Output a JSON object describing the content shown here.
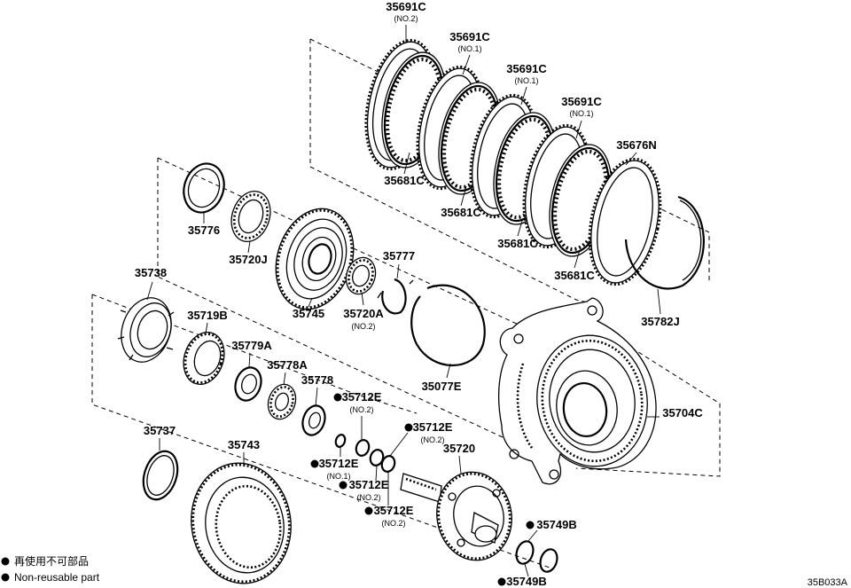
{
  "parts": [
    {
      "id": "p35691C_no2",
      "number": "35691C",
      "sub": "(NO.2)"
    },
    {
      "id": "p35691C_a",
      "number": "35691C",
      "sub": "(NO.1)"
    },
    {
      "id": "p35691C_b",
      "number": "35691C",
      "sub": "(NO.1)"
    },
    {
      "id": "p35691C_c",
      "number": "35691C",
      "sub": "(NO.1)"
    },
    {
      "id": "p35676N",
      "number": "35676N",
      "sub": ""
    },
    {
      "id": "p35681C_a",
      "number": "35681C",
      "sub": ""
    },
    {
      "id": "p35681C_b",
      "number": "35681C",
      "sub": ""
    },
    {
      "id": "p35681C_c",
      "number": "35681C",
      "sub": ""
    },
    {
      "id": "p35681C_d",
      "number": "35681C",
      "sub": ""
    },
    {
      "id": "p35782J",
      "number": "35782J",
      "sub": ""
    },
    {
      "id": "p35776",
      "number": "35776",
      "sub": ""
    },
    {
      "id": "p35720J",
      "number": "35720J",
      "sub": ""
    },
    {
      "id": "p35745",
      "number": "35745",
      "sub": ""
    },
    {
      "id": "p35720A",
      "number": "35720A",
      "sub": "(NO.2)"
    },
    {
      "id": "p35777",
      "number": "35777",
      "sub": ""
    },
    {
      "id": "p35738",
      "number": "35738",
      "sub": ""
    },
    {
      "id": "p35719B",
      "number": "35719B",
      "sub": ""
    },
    {
      "id": "p35779A",
      "number": "35779A",
      "sub": ""
    },
    {
      "id": "p35778A",
      "number": "35778A",
      "sub": ""
    },
    {
      "id": "p35778",
      "number": "35778",
      "sub": ""
    },
    {
      "id": "p35077E",
      "number": "35077E",
      "sub": ""
    },
    {
      "id": "p35704C",
      "number": "35704C",
      "sub": ""
    },
    {
      "id": "p35712E_a",
      "number": "35712E",
      "sub": "(NO.2)"
    },
    {
      "id": "p35712E_b",
      "number": "35712E",
      "sub": "(NO.2)"
    },
    {
      "id": "p35712E_c",
      "number": "35712E",
      "sub": "(NO.1)"
    },
    {
      "id": "p35712E_d",
      "number": "35712E",
      "sub": "(NO.2)"
    },
    {
      "id": "p35712E_e",
      "number": "35712E",
      "sub": "(NO.2)"
    },
    {
      "id": "p35720",
      "number": "35720",
      "sub": ""
    },
    {
      "id": "p35737",
      "number": "35737",
      "sub": ""
    },
    {
      "id": "p35743",
      "number": "35743",
      "sub": ""
    },
    {
      "id": "p35749B_a",
      "number": "35749B",
      "sub": ""
    },
    {
      "id": "p35749B_b",
      "number": "35749B",
      "sub": ""
    }
  ],
  "legend": {
    "japanese": "再使用不可部品",
    "english": "Non-reusable part"
  },
  "diagram_code": "35B033A"
}
